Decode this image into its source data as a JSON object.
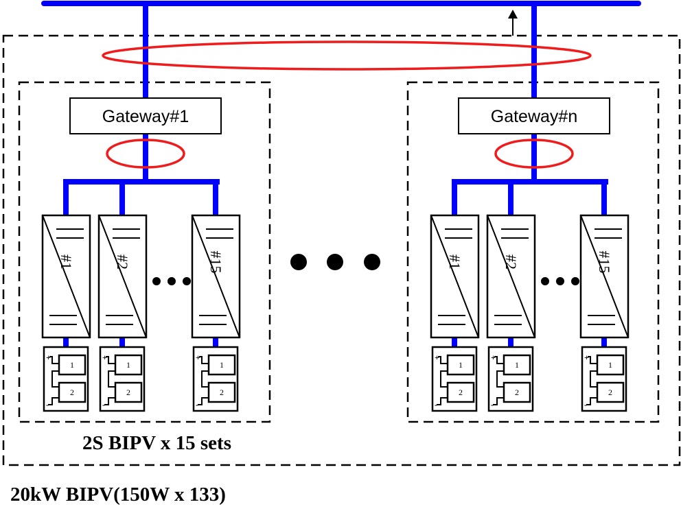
{
  "colors": {
    "bus": "#0000ff",
    "link": "#ee1c1c",
    "line": "#000000"
  },
  "groups": [
    {
      "gateway": "Gateway#1",
      "converters": [
        "#1",
        "#2",
        "#15"
      ],
      "label": "2S BIPV x 15 sets"
    },
    {
      "gateway": "Gateway#n",
      "converters": [
        "#1",
        "#2",
        "#15"
      ]
    }
  ],
  "module_labels": [
    "1",
    "2"
  ],
  "terminals": {
    "plus": "+",
    "minus": "-"
  },
  "footer_label": "20kW BIPV(150W x 133)"
}
